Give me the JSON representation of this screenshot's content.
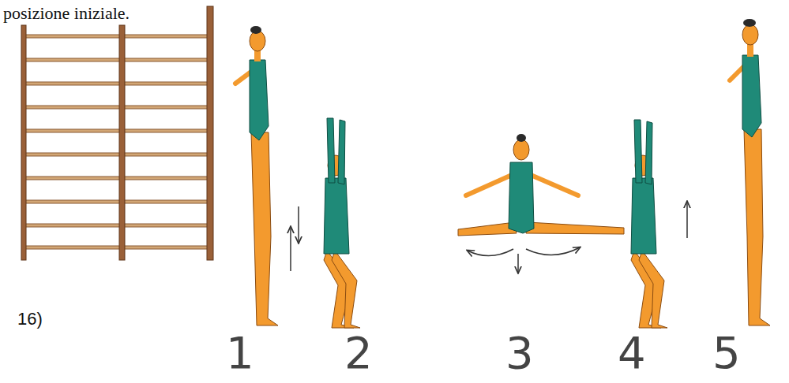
{
  "diagram": {
    "labels": [
      "posizione iniziale.",
      "16)",
      "1",
      "2",
      "3",
      "4",
      "5"
    ]
  }
}
